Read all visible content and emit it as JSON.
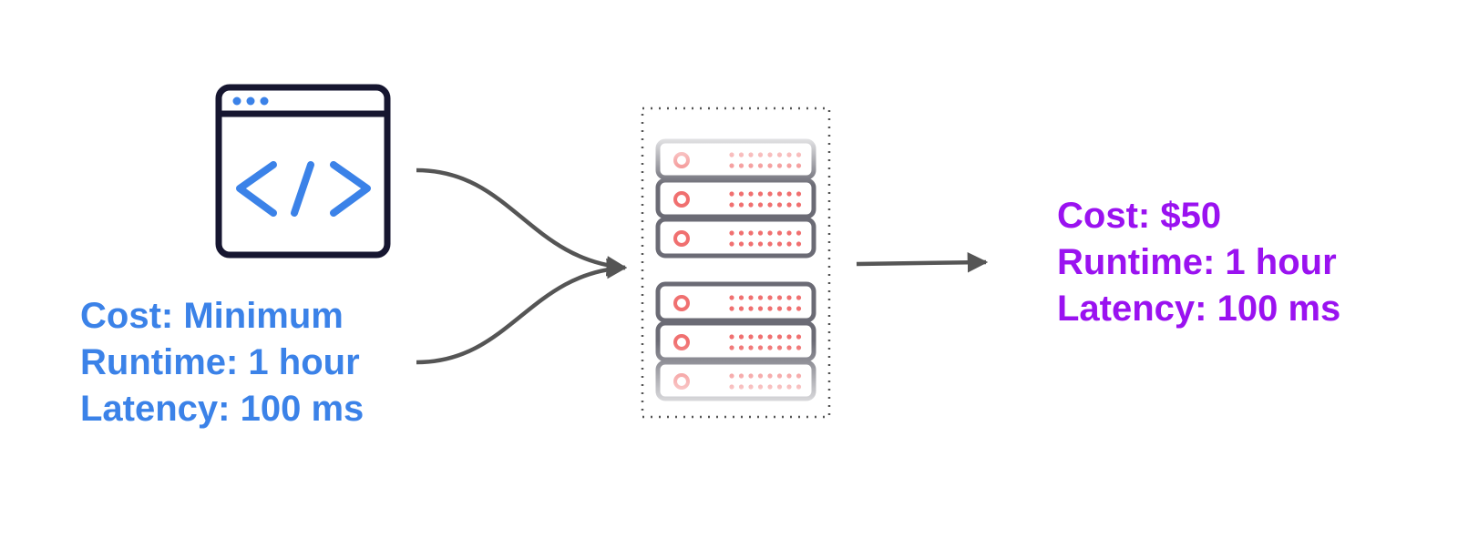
{
  "colors": {
    "left_text": "#3b82e8",
    "right_text": "#9a12f0",
    "arrow": "#555555",
    "code_window_outline": "#161630",
    "code_window_accent": "#3b82e8",
    "server_frame": "#6b6b75",
    "server_indicator": "#f07070",
    "dotted_border": "#555555"
  },
  "icons": {
    "code_window": "browser-code-icon",
    "server": "server-rack-icon"
  },
  "left_metrics": {
    "cost": "Cost: Minimum",
    "runtime": "Runtime: 1 hour",
    "latency": "Latency: 100 ms"
  },
  "right_metrics": {
    "cost": "Cost: $50",
    "runtime": "Runtime: 1 hour",
    "latency": "Latency: 100 ms"
  }
}
